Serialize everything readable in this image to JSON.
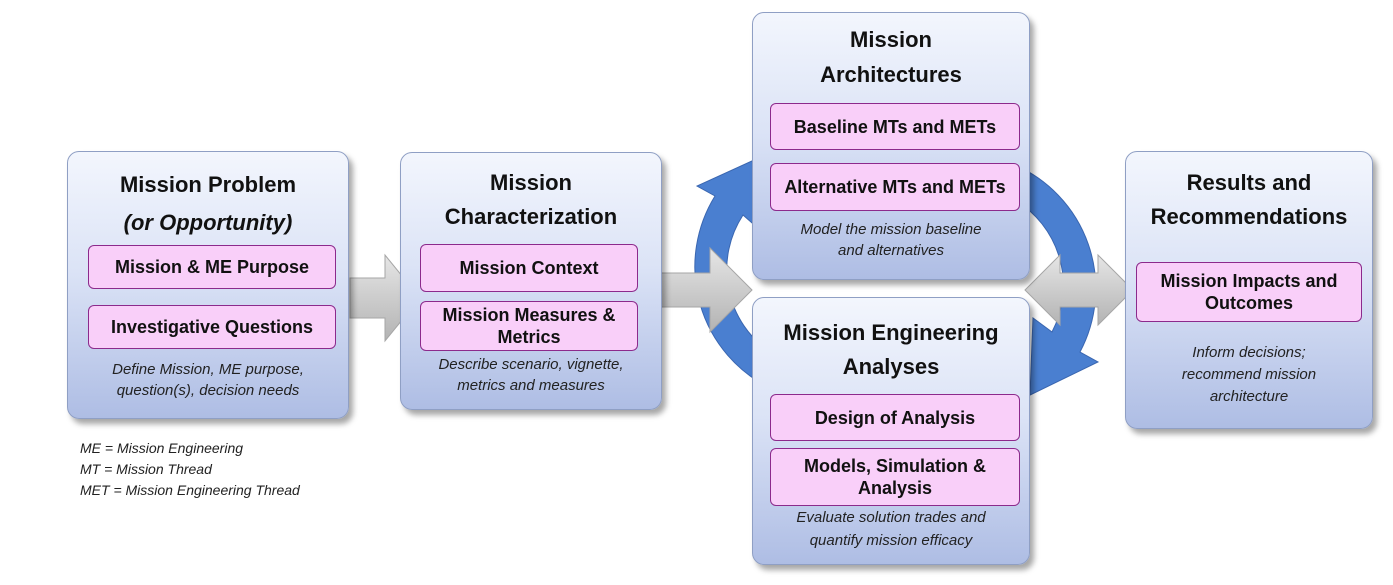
{
  "panels": {
    "problem": {
      "title": "Mission Problem",
      "subtitle": "(or Opportunity)",
      "items": [
        "Mission & ME Purpose",
        "Investigative Questions"
      ],
      "description": [
        "Define Mission, ME purpose,",
        "question(s), decision needs"
      ]
    },
    "characterization": {
      "title": [
        "Mission",
        "Characterization"
      ],
      "items": [
        "Mission Context",
        "Mission Measures & Metrics"
      ],
      "description": [
        "Describe scenario, vignette,",
        "metrics and measures"
      ]
    },
    "architectures": {
      "title": [
        "Mission",
        "Architectures"
      ],
      "items": [
        "Baseline MTs and METs",
        "Alternative MTs and METs"
      ],
      "description": [
        "Model the mission baseline",
        "and alternatives"
      ]
    },
    "analyses": {
      "title": [
        "Mission Engineering",
        "Analyses"
      ],
      "items": [
        "Design of Analysis",
        "Models, Simulation & Analysis"
      ],
      "description": [
        "Evaluate solution trades and",
        "quantify mission efficacy"
      ]
    },
    "results": {
      "title": [
        "Results and",
        "Recommendations"
      ],
      "items": [
        "Mission Impacts and Outcomes"
      ],
      "description": [
        "Inform decisions;",
        "recommend mission",
        "architecture"
      ]
    }
  },
  "legend": [
    "ME = Mission Engineering",
    "MT = Mission Thread",
    "MET = Mission Engineering Thread"
  ],
  "colors": {
    "panel_top": "#f3f6fd",
    "panel_bottom": "#aebde4",
    "pill_fill": "#f9cff9",
    "pill_border": "#8c2a8c",
    "cycle_arrow": "#4a7fd0",
    "flow_arrow": "#c9c9c9"
  }
}
